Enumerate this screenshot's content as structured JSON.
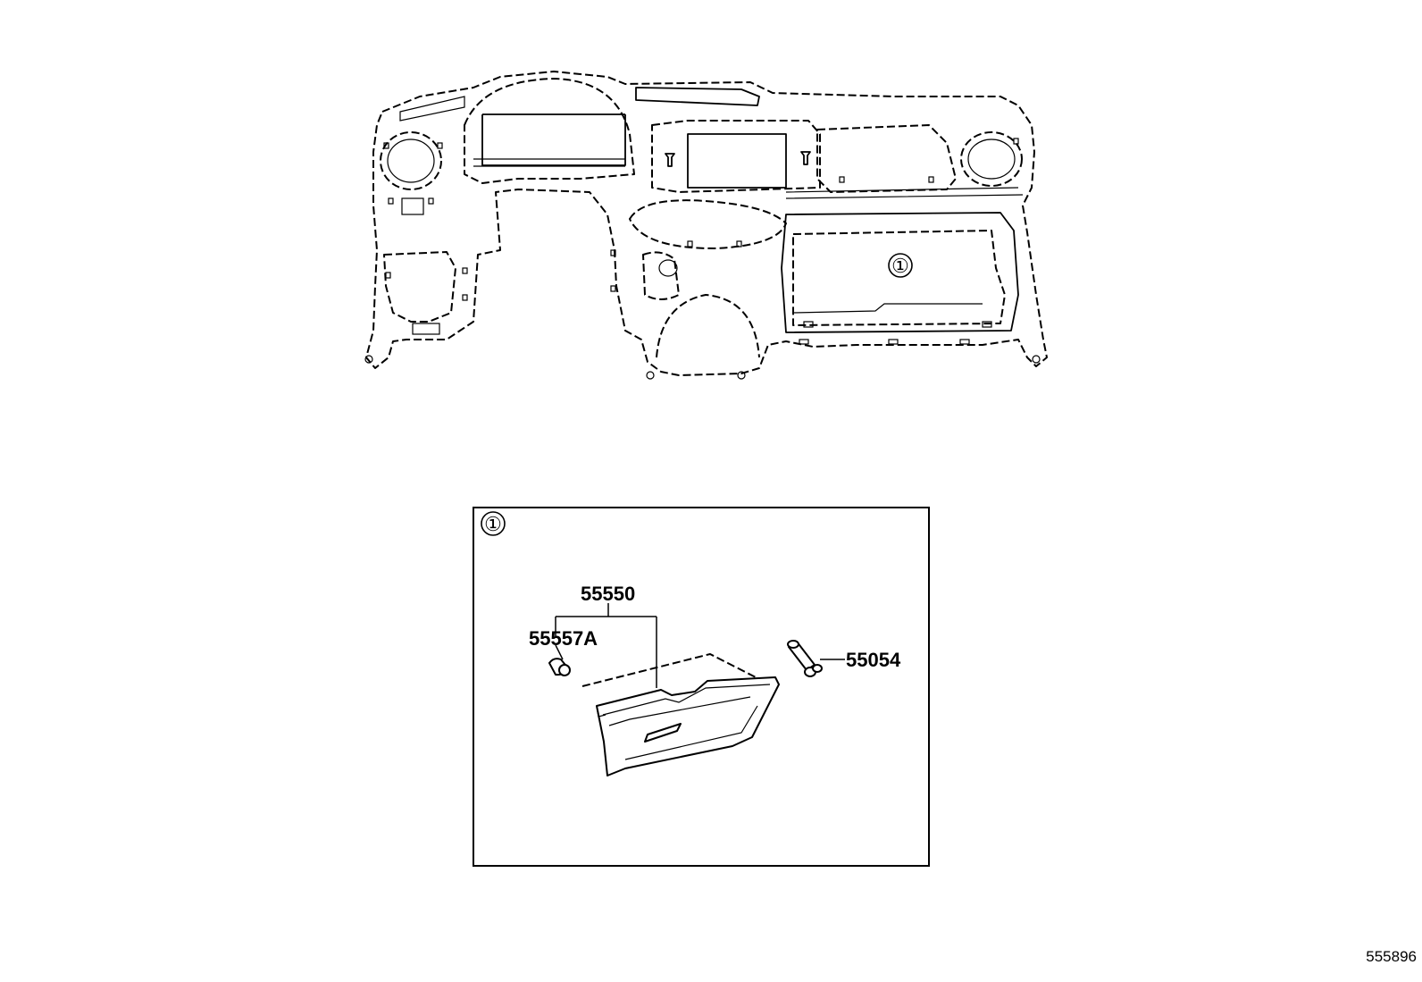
{
  "callouts": {
    "dashboard_marker": "①",
    "inset_marker": "①"
  },
  "parts": [
    {
      "id": "55550",
      "label": "55550"
    },
    {
      "id": "55557A",
      "label": "55557A"
    },
    {
      "id": "55054",
      "label": "55054"
    }
  ],
  "diagram_ref": "555896",
  "colors": {
    "line": "#000000",
    "background": "#ffffff"
  }
}
